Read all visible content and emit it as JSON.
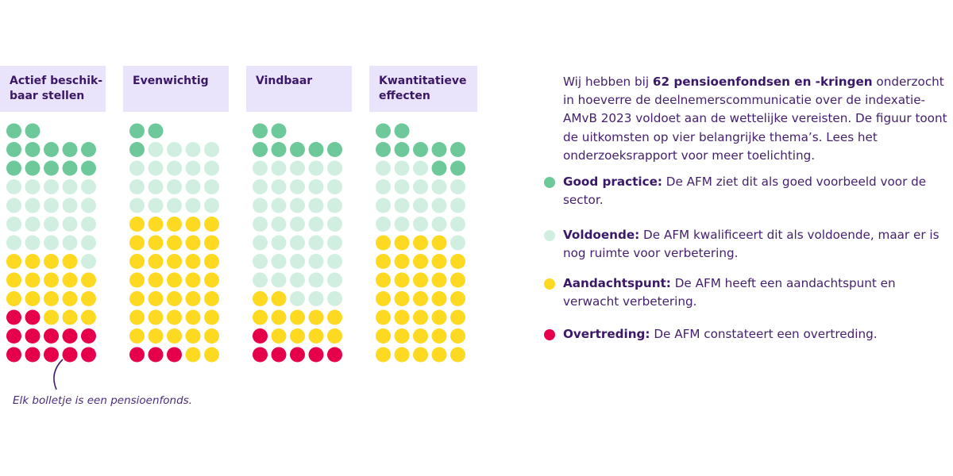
{
  "colors": {
    "good_practice": "#6dc99a",
    "voldoende": "#d1efe1",
    "aandachtspunt": "#fdd921",
    "overtreding": "#e6004c",
    "header_bg": "#e9e4fc",
    "text": "#3f1c6e"
  },
  "chart_data": {
    "type": "waffle",
    "title": "",
    "unit_label": "Elk bolletje is een pensioenfonds.",
    "total_per_theme": 62,
    "dots_per_row": 5,
    "categories": [
      "Good practice",
      "Voldoende",
      "Aandachtspunt",
      "Overtreding"
    ],
    "themes": [
      {
        "name": "Actief beschikbaar stellen",
        "counts": {
          "Good practice": 12,
          "Voldoende": 21,
          "Aandachtspunt": 17,
          "Overtreding": 12
        },
        "rows": [
          "GG",
          "GGGGG",
          "GGGGG",
          "LLLLL",
          "LLLLL",
          "LLLLL",
          "LLLLL",
          "YYYYL",
          "YYYYY",
          "YYYYY",
          "RRYYY",
          "RRRRR",
          "RRRRR"
        ]
      },
      {
        "name": "Evenwichtig",
        "counts": {
          "Good practice": 3,
          "Voldoende": 19,
          "Aandachtspunt": 37,
          "Overtreding": 3
        },
        "rows": [
          "GG",
          "GLLLL",
          "LLLLL",
          "LLLLL",
          "LLLLL",
          "YYYYY",
          "YYYYY",
          "YYYYY",
          "YYYYY",
          "YYYYY",
          "YYYYY",
          "YYYYY",
          "RRRYY"
        ]
      },
      {
        "name": "Vindbaar",
        "counts": {
          "Good practice": 7,
          "Voldoende": 38,
          "Aandachtspunt": 11,
          "Overtreding": 6
        },
        "rows": [
          "GG",
          "GGGGG",
          "LLLLL",
          "LLLLL",
          "LLLLL",
          "LLLLL",
          "LLLLL",
          "LLLLL",
          "LLLLL",
          "YYLLL",
          "YYYYY",
          "RYYYY",
          "RRRRR"
        ]
      },
      {
        "name": "Kwantitatieve effecten",
        "counts": {
          "Good practice": 9,
          "Voldoende": 19,
          "Aandachtspunt": 34,
          "Overtreding": 0
        },
        "rows": [
          "GG",
          "GGGGG",
          "LLLGG",
          "LLLLL",
          "LLLLL",
          "LLLLL",
          "YYYYL",
          "YYYYY",
          "YYYYY",
          "YYYYY",
          "YYYYY",
          "YYYYY",
          "YYYYY"
        ]
      }
    ]
  },
  "headers": [
    {
      "line1": "Actief beschik-",
      "line2": "baar stellen"
    },
    {
      "line1": "Evenwichtig",
      "line2": ""
    },
    {
      "line1": "Vindbaar",
      "line2": ""
    },
    {
      "line1": "Kwantitatieve",
      "line2": "effecten"
    }
  ],
  "note": "Elk bolletje is een pensioenfonds.",
  "intro": {
    "before": "Wij hebben bij ",
    "bold": "62 pensioenfondsen en -kringen",
    "after": " onderzocht in hoeverre de deelnemerscommunicatie over de indexatie-AMvB 2023 voldoet aan de wettelijke vereisten. De figuur toont de uitkomsten op vier belangrijke thema’s. Lees het onderzoeksrapport voor meer toelichting."
  },
  "legend": [
    {
      "key": "good_practice",
      "label": "Good practice:",
      "text": " De AFM ziet dit als goed voorbeeld voor de sector."
    },
    {
      "key": "voldoende",
      "label": "Voldoende:",
      "text": " De AFM kwalificeert dit als voldoende, maar er is nog ruimte voor verbetering."
    },
    {
      "key": "aandachtspunt",
      "label": "Aandachtspunt:",
      "text": " De AFM heeft een aandachtspunt en verwacht verbetering."
    },
    {
      "key": "overtreding",
      "label": "Overtreding:",
      "text": " De AFM constateert een overtreding."
    }
  ]
}
